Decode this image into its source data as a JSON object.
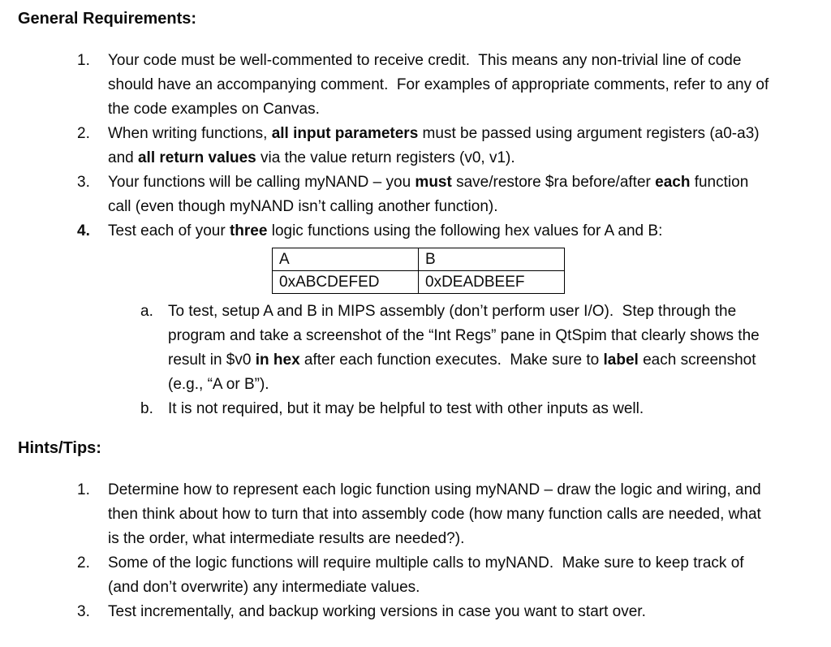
{
  "page": {
    "background": "#ffffff",
    "text_color": "#0b0b0b",
    "table_border_color": "#000000"
  },
  "sections": [
    {
      "heading": "General Requirements:",
      "items": [
        {
          "number": "1.",
          "number_bold": false,
          "segments": [
            {
              "text": "Your code must be well-commented to receive credit.  This means any non-trivial line of code should have an accompanying comment.  For examples of appropriate comments, refer to any of the code examples on Canvas.",
              "bold": false
            }
          ]
        },
        {
          "number": "2.",
          "number_bold": false,
          "segments": [
            {
              "text": "When writing functions, ",
              "bold": false
            },
            {
              "text": "all input parameters",
              "bold": true
            },
            {
              "text": " must be passed using argument registers (a0-a3) and ",
              "bold": false
            },
            {
              "text": "all return values",
              "bold": true
            },
            {
              "text": " via the value return registers (v0, v1).",
              "bold": false
            }
          ]
        },
        {
          "number": "3.",
          "number_bold": false,
          "segments": [
            {
              "text": "Your functions will be calling myNAND – you ",
              "bold": false
            },
            {
              "text": "must",
              "bold": true
            },
            {
              "text": " save/restore $ra before/after ",
              "bold": false
            },
            {
              "text": "each",
              "bold": true
            },
            {
              "text": " function call (even though myNAND isn’t calling another function).",
              "bold": false
            }
          ]
        },
        {
          "number": "4.",
          "number_bold": true,
          "segments": [
            {
              "text": "Test each of your ",
              "bold": false
            },
            {
              "text": "three",
              "bold": true
            },
            {
              "text": " logic functions using the following hex values for A and B:",
              "bold": false
            }
          ],
          "table": {
            "headers": [
              "A",
              "B"
            ],
            "rows": [
              [
                "0xABCDEFED",
                "0xDEADBEEF"
              ]
            ]
          },
          "subitems": [
            {
              "letter": "a.",
              "segments": [
                {
                  "text": "To test, setup A and B in MIPS assembly (don’t perform user I/O).  Step through the program and take a screenshot of the “Int Regs” pane in QtSpim that clearly shows the result in $v0 ",
                  "bold": false
                },
                {
                  "text": "in hex",
                  "bold": true
                },
                {
                  "text": " after each function executes.  Make sure to ",
                  "bold": false
                },
                {
                  "text": "label",
                  "bold": true
                },
                {
                  "text": " each screenshot (e.g., “A or B”).",
                  "bold": false
                }
              ]
            },
            {
              "letter": "b.",
              "segments": [
                {
                  "text": "It is not required, but it may be helpful to test with other inputs as well.",
                  "bold": false
                }
              ]
            }
          ]
        }
      ]
    },
    {
      "heading": "Hints/Tips:",
      "items": [
        {
          "number": "1.",
          "number_bold": false,
          "segments": [
            {
              "text": "Determine how to represent each logic function using myNAND – draw the logic and wiring, and then think about how to turn that into assembly code (how many function calls are needed, what is the order, what intermediate results are needed?).",
              "bold": false
            }
          ]
        },
        {
          "number": "2.",
          "number_bold": false,
          "segments": [
            {
              "text": "Some of the logic functions will require multiple calls to myNAND.  Make sure to keep track of (and don’t overwrite) any intermediate values.",
              "bold": false
            }
          ]
        },
        {
          "number": "3.",
          "number_bold": false,
          "segments": [
            {
              "text": "Test incrementally, and backup working versions in case you want to start over.",
              "bold": false
            }
          ]
        }
      ]
    }
  ]
}
